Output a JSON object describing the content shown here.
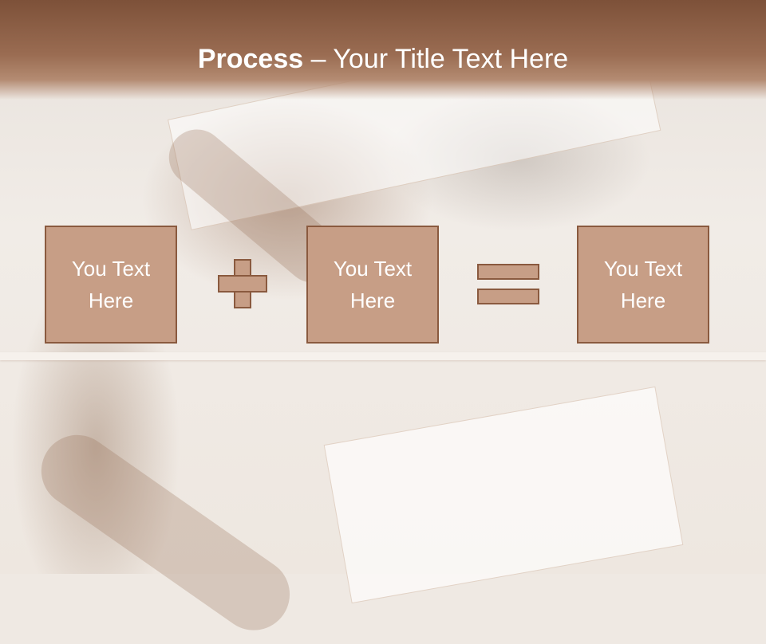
{
  "slide": {
    "title_strong": "Process",
    "title_rest": " – Your Title Text Here"
  },
  "process": {
    "box1_text": "You Text Here",
    "box2_text": "You Text Here",
    "box3_text": "You Text Here",
    "operator1_icon": "plus-icon",
    "operator2_icon": "equals-icon"
  },
  "colors": {
    "header": "#8e5f46",
    "box_fill": "#c79e86",
    "box_border": "#8a5a3f",
    "text": "#ffffff"
  }
}
